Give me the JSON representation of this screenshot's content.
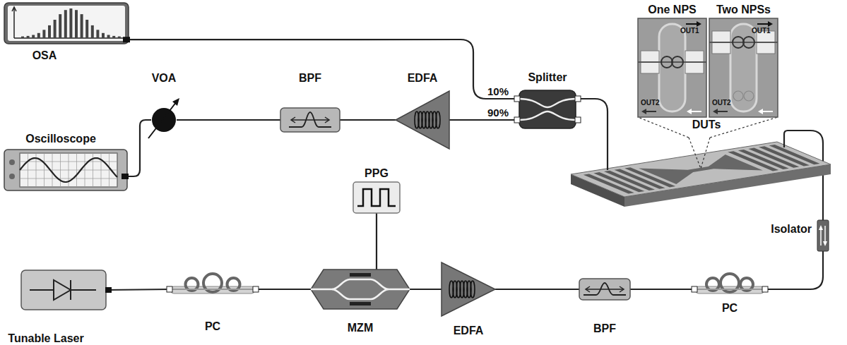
{
  "diagram": {
    "nodes": [
      {
        "text": [
          "OSA"
        ]
      },
      {
        "text": [
          "Oscilloscope"
        ]
      },
      {
        "text": [
          "VOA"
        ]
      },
      {
        "text": [
          "BPF"
        ]
      },
      {
        "text": [
          "EDFA"
        ]
      },
      {
        "text": [
          "Splitter"
        ]
      },
      {
        "text": [
          "One NPS",
          "OUT1",
          "OUT2"
        ]
      },
      {
        "text": [
          "Two NPSs",
          "OUT1",
          "OUT2"
        ]
      },
      {
        "text": [
          "DUTs"
        ]
      },
      {
        "text": [
          "PPG"
        ]
      },
      {
        "text": [
          "Tunable Laser"
        ]
      },
      {
        "text": [
          "PC"
        ]
      },
      {
        "text": [
          "MZM"
        ]
      },
      {
        "text": [
          "EDFA"
        ]
      },
      {
        "text": [
          "BPF"
        ]
      },
      {
        "text": [
          "PC"
        ]
      },
      {
        "text": [
          "Isolator"
        ]
      }
    ],
    "edges": [
      {
        "from": 10,
        "to": 11,
        "arrow": "none"
      },
      {
        "from": 11,
        "to": 12,
        "arrow": "none"
      },
      {
        "from": 9,
        "to": 12,
        "arrow": "none"
      },
      {
        "from": 12,
        "to": 13,
        "arrow": "none"
      },
      {
        "from": 13,
        "to": 14,
        "arrow": "none"
      },
      {
        "from": 14,
        "to": 15,
        "arrow": "none"
      },
      {
        "from": 15,
        "to": 16,
        "arrow": "none"
      },
      {
        "from": 16,
        "to": 8,
        "arrow": "none"
      },
      {
        "from": 8,
        "to": 5,
        "arrow": "none"
      },
      {
        "from": 5,
        "to": 0,
        "label": "10%",
        "arrow": "none"
      },
      {
        "from": 5,
        "to": 4,
        "label": "90%",
        "arrow": "none"
      },
      {
        "from": 4,
        "to": 3,
        "arrow": "none"
      },
      {
        "from": 3,
        "to": 2,
        "arrow": "none"
      },
      {
        "from": 2,
        "to": 1,
        "arrow": "none"
      },
      {
        "from": 8,
        "to": 6,
        "arrow": "none"
      },
      {
        "from": 8,
        "to": 7,
        "arrow": "none"
      }
    ]
  }
}
